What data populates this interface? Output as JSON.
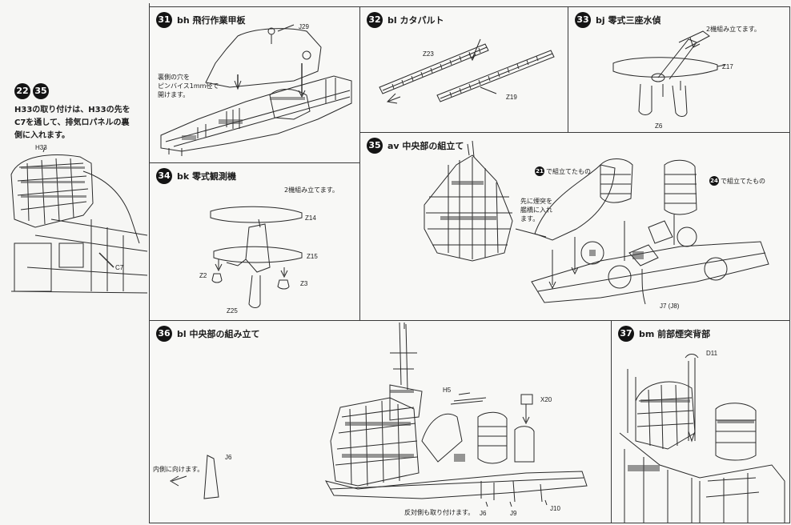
{
  "left_panel": {
    "step_a": "22",
    "step_b": "35",
    "instruction_lines": [
      "H33の取り付けは、H33の先を",
      "C7を通して、排気ロパネルの裏",
      "側に入れます。"
    ],
    "labels": [
      "H33",
      "C7"
    ]
  },
  "steps": {
    "s31": {
      "num": "31",
      "title": "bh 飛行作業甲板",
      "note_lines": [
        "裏側の穴を",
        "ピンバイス1mm径で",
        "開けます。"
      ],
      "labels": [
        "J29"
      ]
    },
    "s32": {
      "num": "32",
      "title": "bl カタパルト",
      "labels": [
        "Z23",
        "Z19"
      ]
    },
    "s33": {
      "num": "33",
      "title": "bj 零式三座水偵",
      "note": "2機組み立てます。",
      "labels": [
        "Z17",
        "Z6"
      ]
    },
    "s34": {
      "num": "34",
      "title": "bk 零式観測機",
      "note": "2機組み立てます。",
      "labels": [
        "Z14",
        "Z15",
        "Z2",
        "Z3",
        "Z25"
      ]
    },
    "s35": {
      "num": "35",
      "title": "av 中央部の組立て",
      "callout_a": "で組立てたもの",
      "callout_a_num": "21",
      "callout_b": "で組立てたもの",
      "callout_b_num": "24",
      "note_lines": [
        "先に煙突を",
        "艦橋に入れ",
        "ます。"
      ],
      "labels": [
        "J7 (J8)"
      ]
    },
    "s36": {
      "num": "36",
      "title": "bl 中央部の組み立て",
      "note_inward": "内側に向けます。",
      "note_bottom": "反対側も取り付けます。",
      "labels": [
        "J6",
        "H5",
        "X20",
        "J6",
        "J9",
        "J10"
      ]
    },
    "s37": {
      "num": "37",
      "title": "bm 前部煙突背部",
      "labels": [
        "D11"
      ]
    }
  }
}
